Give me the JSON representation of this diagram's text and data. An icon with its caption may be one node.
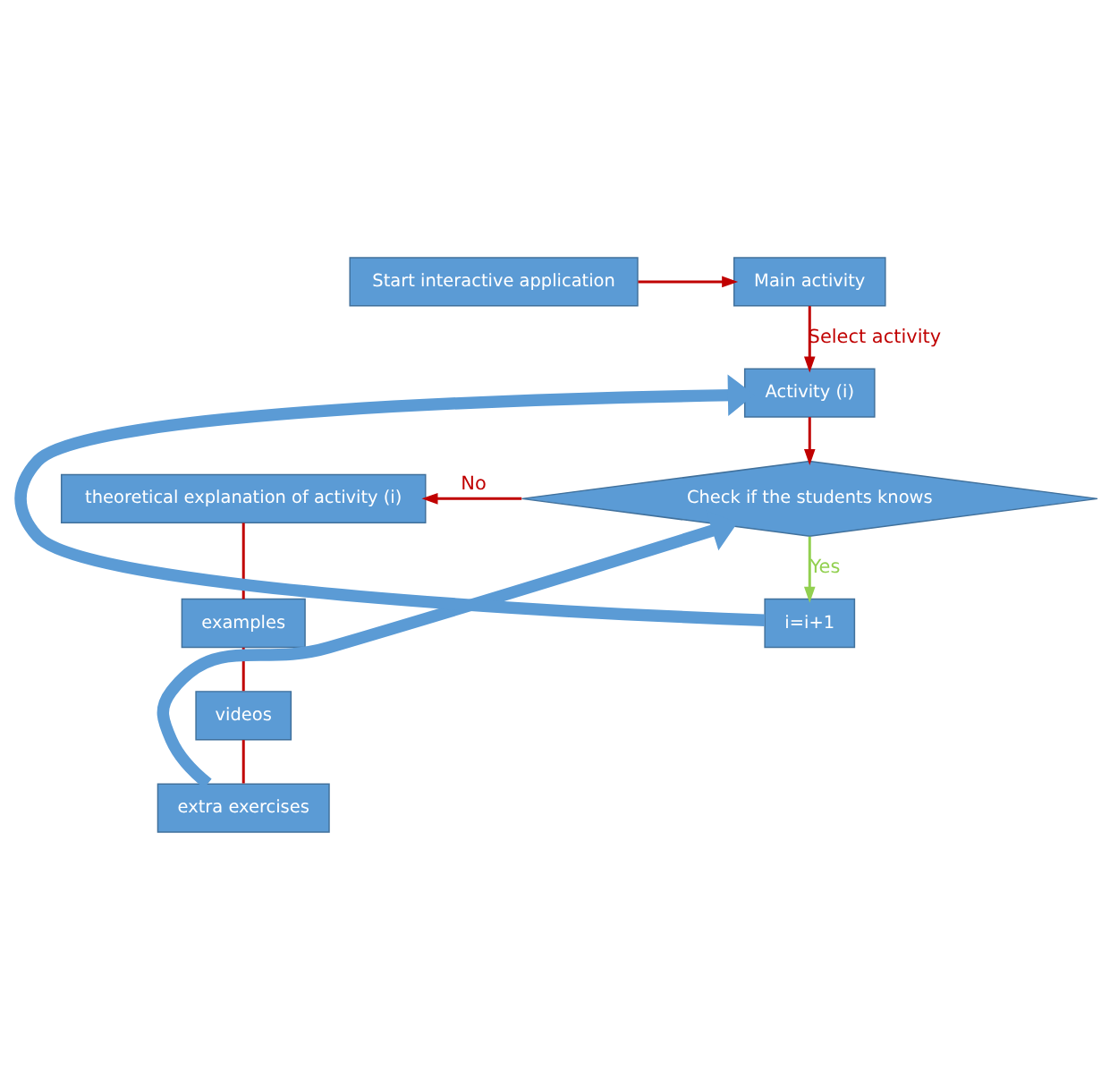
{
  "diagram": {
    "nodes": [
      {
        "text": [
          "Start interactive application"
        ]
      },
      {
        "text": [
          "Main activity"
        ]
      },
      {
        "text": [
          "Activity (i)"
        ]
      },
      {
        "text": [
          "Check if the students knows"
        ]
      },
      {
        "text": [
          "theoretical explanation of activity (i)"
        ]
      },
      {
        "text": [
          "examples"
        ]
      },
      {
        "text": [
          "videos"
        ]
      },
      {
        "text": [
          "extra exercises"
        ]
      },
      {
        "text": [
          "i=i+1"
        ]
      }
    ],
    "edges": [
      {
        "from": 0,
        "to": 1,
        "arrow": "to"
      },
      {
        "from": 1,
        "to": 2,
        "arrow": "to",
        "label": "Select activity"
      },
      {
        "from": 2,
        "to": 3,
        "arrow": "to"
      },
      {
        "from": 3,
        "to": 4,
        "arrow": "to",
        "label": "No"
      },
      {
        "from": 4,
        "to": 5,
        "arrow": "none"
      },
      {
        "from": 5,
        "to": 6,
        "arrow": "none"
      },
      {
        "from": 6,
        "to": 7,
        "arrow": "none"
      },
      {
        "from": 7,
        "to": 3,
        "arrow": "to",
        "style": "thick",
        "color": "#5b9bd5"
      },
      {
        "from": 3,
        "to": 8,
        "arrow": "to",
        "label": "Yes",
        "color": "#92d050"
      },
      {
        "from": 8,
        "to": 2,
        "arrow": "to",
        "style": "thick",
        "color": "#5b9bd5"
      }
    ]
  }
}
